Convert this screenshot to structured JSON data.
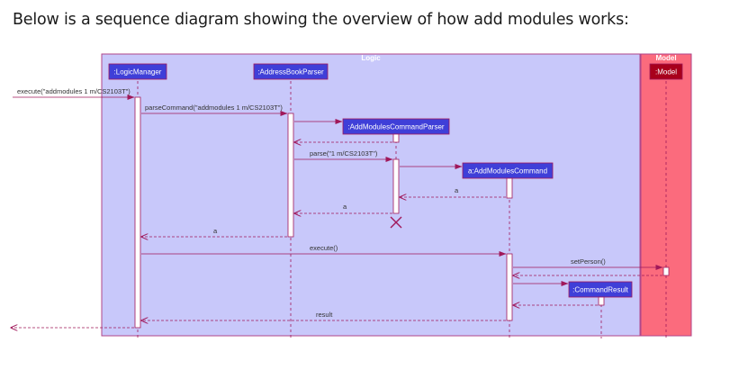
{
  "intro_text": "Below is a sequence diagram showing the overview of how add modules works:",
  "boxes": {
    "logic": "Logic",
    "model": "Model"
  },
  "participants": {
    "logic_manager": ":LogicManager",
    "parser": ":AddressBookParser",
    "command_parser": ":AddModulesCommandParser",
    "command": "a:AddModulesCommand",
    "command_result": ":CommandResult",
    "model": ":Model"
  },
  "messages": {
    "execute": "execute(\"addmodules 1 m/CS2103T\")",
    "parse_command": "parseCommand(\"addmodules 1 m/CS2103T\")",
    "parse": "parse(\"1 m/CS2103T\")",
    "return_a1": "a",
    "return_a2": "a",
    "return_a3": "a",
    "execute_cmd": "execute()",
    "set_person": "setPerson()",
    "result": "result"
  },
  "colors": {
    "logic_bg": "#c8c8fa",
    "model_bg": "#fb6b7d",
    "participant_fill": "#3f3fd8",
    "model_participant_fill": "#a8001c",
    "arrow": "#a0185a"
  }
}
